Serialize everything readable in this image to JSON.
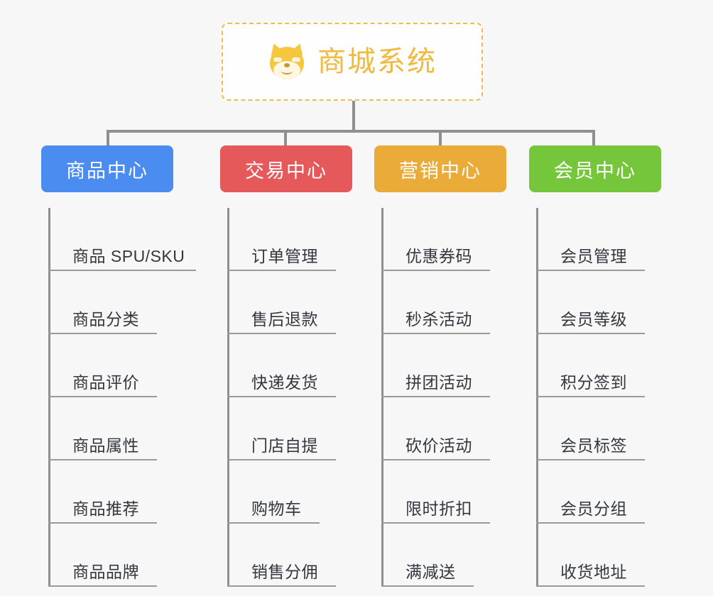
{
  "diagram": {
    "type": "mind-map",
    "background_color": "#f7f7f7",
    "root": {
      "title": "商城系统",
      "icon": "shiba-dog-face-emoji",
      "border_color": "#f2b94c",
      "text_color": "#f0b93f"
    },
    "connector_color": "#8f8f8f",
    "branches": [
      {
        "label": "商品中心",
        "color": "#4a8cf0",
        "items": [
          "商品 SPU/SKU",
          "商品分类",
          "商品评价",
          "商品属性",
          "商品推荐",
          "商品品牌"
        ]
      },
      {
        "label": "交易中心",
        "color": "#e6595b",
        "items": [
          "订单管理",
          "售后退款",
          "快递发货",
          "门店自提",
          "购物车",
          "销售分佣"
        ]
      },
      {
        "label": "营销中心",
        "color": "#ebab39",
        "items": [
          "优惠券码",
          "秒杀活动",
          "拼团活动",
          "砍价活动",
          "限时折扣",
          "满减送"
        ]
      },
      {
        "label": "会员中心",
        "color": "#76c63c",
        "items": [
          "会员管理",
          "会员等级",
          "积分签到",
          "会员标签",
          "会员分组",
          "收货地址"
        ]
      }
    ]
  }
}
